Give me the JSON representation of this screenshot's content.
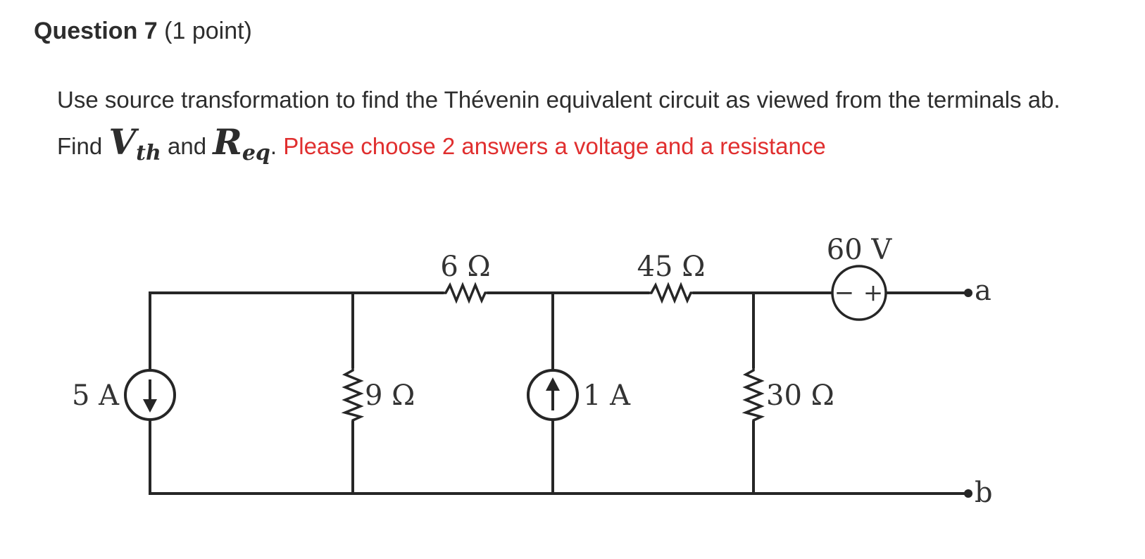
{
  "question": {
    "title": "Question 7",
    "points": "(1 point)"
  },
  "prompt": {
    "text_1": "Use source transformation to find the Thévenin equivalent circuit as viewed from the terminals ab. Find ",
    "vth_main": "V",
    "vth_sub": "th",
    "text_and": " and ",
    "req_main": "R",
    "req_sub": "eq",
    "period": ".",
    "instruction": "Please choose 2 answers a voltage and a resistance"
  },
  "circuit": {
    "current_source_left": "5 A",
    "resistor_shunt_1": "9 Ω",
    "resistor_series_1": "6 Ω",
    "current_source_mid": "1 A",
    "resistor_series_2": "45 Ω",
    "resistor_shunt_2": "30 Ω",
    "voltage_source": "60 V",
    "voltage_source_minus": "−",
    "voltage_source_plus": "+",
    "terminal_a": "a",
    "terminal_b": "b"
  }
}
